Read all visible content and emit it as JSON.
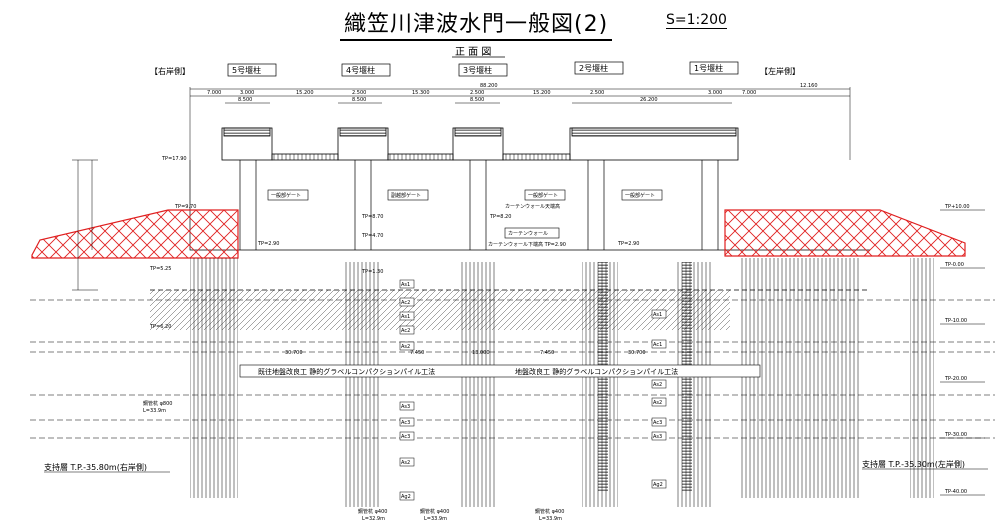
{
  "title": "織笠川津波水門一般図(2)",
  "scale": "S=1:200",
  "subtitle": "正 面 図",
  "bank_right": "【右岸側】",
  "bank_left": "【左岸側】",
  "piers": [
    "5号堰柱",
    "4号堰柱",
    "3号堰柱",
    "2号堰柱",
    "1号堰柱"
  ],
  "dims_top": [
    "7.000",
    "3.000",
    "15.200",
    "2.500",
    "15.300",
    "2.500",
    "15.200",
    "2.500",
    "3.000",
    "7.000",
    "12.160"
  ],
  "dims_total": "88.200",
  "dims_sub": [
    "8.500",
    "8.500",
    "8.500",
    "26.200"
  ],
  "gates": [
    "一般部ゲート",
    "副越部ゲート",
    "一般部ゲート",
    "一般部ゲート"
  ],
  "curtain_top": "カーテンウォール天端高",
  "curtain": "カーテンウォール",
  "curtain_bottom": "カーテンウォール下端高 TP=2.90",
  "levels": {
    "tp1790": "TP=17.90",
    "tp970": "TP=9.70",
    "tp870": "TP=8.70",
    "tp820": "TP=8.20",
    "tp470": "TP=4.70",
    "tp290a": "TP=2.90",
    "tp290b": "TP=2.90",
    "tp130": "TP=1.30",
    "tp525": "TP=5.25",
    "tpm620": "TP=6.20"
  },
  "right_levels": [
    "TP+10.00",
    "TP-0.00",
    "TP-10.00",
    "TP-20.00",
    "TP-30.00",
    "TP-40.00"
  ],
  "ground_improvement_left": "既往地盤改良工  静的グラベルコンパクションパイル工法",
  "ground_improvement_right": "地盤改良工  静的グラベルコンパクションパイル工法",
  "dim_30700a": "30.700",
  "dim_30700b": "30.700",
  "dim_7450a": "7.450",
  "dim_7450b": "7.450",
  "dim_13000": "13.000",
  "pile_left": "鋼管杭 φ800",
  "pile_left_len": "L=33.9m",
  "bearing_left": "支持層  T.P.-35.80m(右岸側)",
  "bearing_right": "支持層  T.P.-35.30m(左岸側)",
  "pile_bottom": [
    {
      "name": "鋼管杭 φ400",
      "len": "L=32.9m"
    },
    {
      "name": "鋼管杭 φ400",
      "len": "L=33.9m"
    },
    {
      "name": "鋼管杭 φ400",
      "len": "L=33.9m"
    }
  ],
  "soil_tags": [
    "As1",
    "Ac2",
    "As1",
    "Ac2",
    "As2",
    "As3",
    "Ac3",
    "Ac3",
    "As2",
    "Ag2"
  ],
  "soil_tags_right": [
    "As1",
    "Ac1",
    "As2",
    "As2",
    "Ac3",
    "As3",
    "Ag2"
  ],
  "colors": {
    "hatch": "#e02020",
    "line": "#000000",
    "paper": "#ffffff"
  }
}
